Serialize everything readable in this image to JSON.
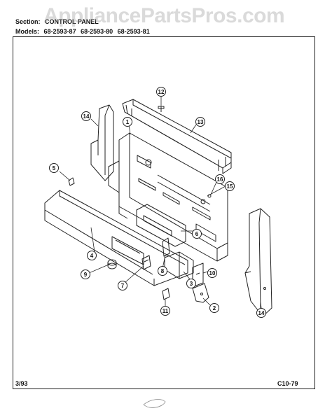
{
  "header": {
    "watermark": "AppliancePartsPros.com",
    "section_label": "Section:",
    "section_value": "CONTROL PANEL",
    "models_label": "Models:",
    "models": [
      "68-2593-87",
      "68-2593-80",
      "68-2593-81"
    ]
  },
  "callouts": [
    {
      "number": "1"
    },
    {
      "number": "2"
    },
    {
      "number": "3"
    },
    {
      "number": "4"
    },
    {
      "number": "5"
    },
    {
      "number": "6"
    },
    {
      "number": "7"
    },
    {
      "number": "8"
    },
    {
      "number": "9"
    },
    {
      "number": "10"
    },
    {
      "number": "11"
    },
    {
      "number": "12"
    },
    {
      "number": "13"
    },
    {
      "number": "14"
    },
    {
      "number": "14"
    },
    {
      "number": "15"
    },
    {
      "number": "16"
    }
  ],
  "footer": {
    "date": "3/93",
    "code": "C10-79"
  },
  "colors": {
    "line": "#222222",
    "watermark": "#969696"
  }
}
